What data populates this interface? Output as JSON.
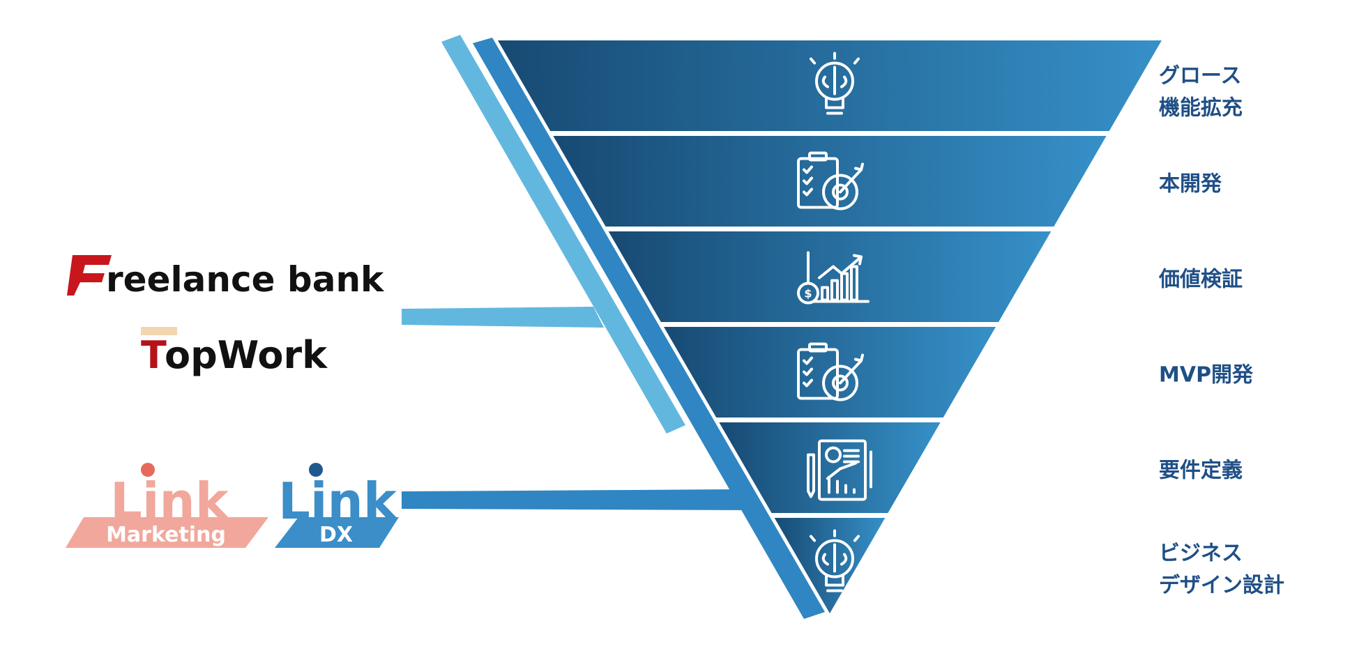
{
  "colors": {
    "funnel_dark": "#174a73",
    "funnel_light": "#3690c8",
    "band_mid": "#2f86c2",
    "band_light": "#62b7df",
    "label_blue": "#1f4f86",
    "freelance_red": "#c8161d",
    "topwork_red": "#b5121b",
    "topwork_beige": "#f2d6b0",
    "link_marketing": "#f1a79b",
    "link_dx": "#3b8ec8"
  },
  "funnel_stages": [
    {
      "line1": "グロース",
      "line2": "機能拡充",
      "icon": "lightbulb-brain-icon"
    },
    {
      "line1": "本開発",
      "line2": "",
      "icon": "clipboard-target-icon"
    },
    {
      "line1": "価値検証",
      "line2": "",
      "icon": "growth-chart-icon"
    },
    {
      "line1": "MVP開発",
      "line2": "",
      "icon": "clipboard-target-icon"
    },
    {
      "line1": "要件定義",
      "line2": "",
      "icon": "document-report-icon"
    },
    {
      "line1": "ビジネス",
      "line2": "デザイン設計",
      "icon": "lightbulb-brain-icon"
    }
  ],
  "logos": {
    "freelance_bank": {
      "initial": "F",
      "text": "reelance bank"
    },
    "topwork": {
      "initial": "T",
      "text": "opWork"
    },
    "link_marketing": {
      "main": "Link",
      "sub": "Marketing"
    },
    "link_dx": {
      "main": "Link",
      "sub": "DX"
    }
  }
}
